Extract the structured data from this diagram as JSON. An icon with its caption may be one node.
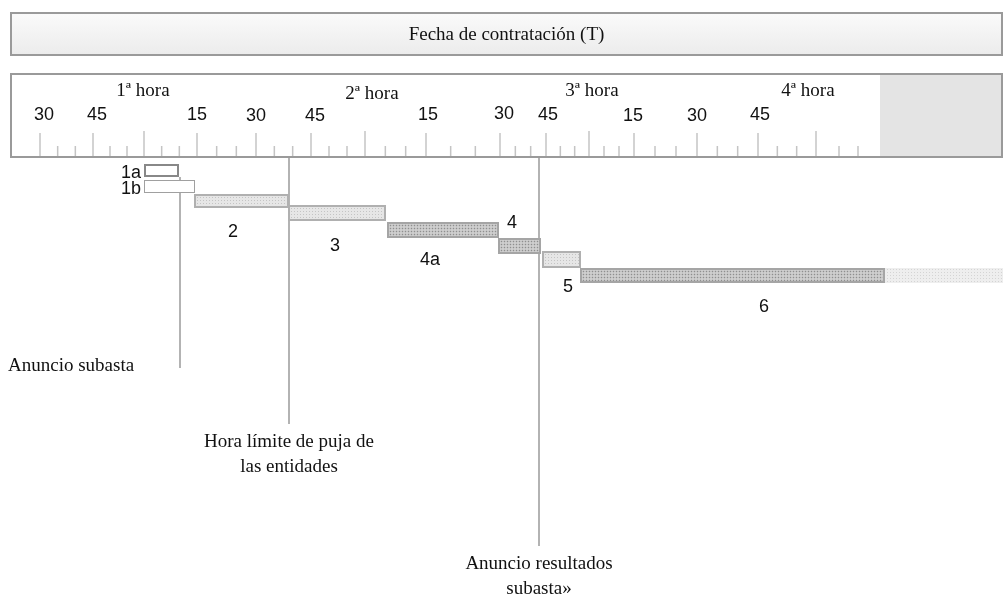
{
  "diagram": {
    "nodes": [
      {
        "text": [
          "Fecha de contratación (T)"
        ]
      },
      {
        "text": [],
        "shape": "box"
      },
      {
        "text": [],
        "shape": "bar",
        "beside": [
          "1a"
        ]
      },
      {
        "text": [],
        "shape": "bar",
        "beside": [
          "1b"
        ]
      },
      {
        "text": [],
        "shape": "bar",
        "beside": [
          "2"
        ]
      },
      {
        "text": [],
        "shape": "bar",
        "beside": [
          "3"
        ]
      },
      {
        "text": [],
        "shape": "bar",
        "beside": [
          "4a"
        ]
      },
      {
        "text": [],
        "shape": "bar",
        "beside": [
          "4"
        ]
      },
      {
        "text": [],
        "shape": "bar",
        "beside": [
          "5"
        ]
      },
      {
        "text": [],
        "shape": "bar",
        "beside": [
          "6"
        ]
      },
      {
        "text": [
          "Anuncio subasta"
        ]
      },
      {
        "text": [
          "Hora límite de puja de las entidades"
        ]
      },
      {
        "text": [
          "Anuncio resultados subasta»"
        ]
      }
    ],
    "edges": [
      {
        "from": 10,
        "to": 2,
        "arrow": "none"
      },
      {
        "from": 11,
        "to": 1,
        "arrow": "none"
      },
      {
        "from": 12,
        "to": 1,
        "arrow": "none"
      }
    ],
    "labels": [
      "1ª hora",
      "2ª hora",
      "3ª hora",
      "4ª hora",
      "30",
      "45",
      "15",
      "30",
      "45",
      "15",
      "30",
      "45",
      "15",
      "30",
      "45"
    ]
  }
}
